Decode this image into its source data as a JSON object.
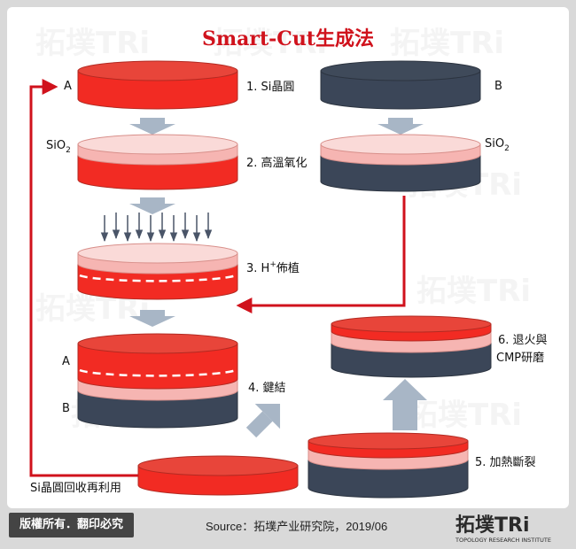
{
  "title": "Smart-Cut生成法",
  "wafer_labels": {
    "a_top": "A",
    "b_top": "B",
    "sio2_left": "SiO",
    "sio2_right": "SiO",
    "sio2_sub": "2",
    "a_bonded": "A",
    "b_bonded": "B"
  },
  "steps": [
    {
      "num": "1.",
      "label": "Si晶圓"
    },
    {
      "num": "2.",
      "label": "高溫氧化"
    },
    {
      "num": "3.",
      "label": "H",
      "sup": "+",
      "label_after": "佈植"
    },
    {
      "num": "4.",
      "label": "鍵結"
    },
    {
      "num": "5.",
      "label": "加熱斷裂"
    },
    {
      "num": "6.",
      "label": "退火與",
      "label_line2": "CMP研磨"
    }
  ],
  "recycle_label": "Si晶圓回收再利用",
  "footer": {
    "copyright": "版權所有．翻印必究",
    "source": "Source：拓墣产业研究院，2019/06",
    "logo_main": "拓墣TRi",
    "logo_sub": "TOPOLOGY RESEARCH INSTITUTE"
  },
  "watermark": "拓墣TRi",
  "colors": {
    "red_top": "#e8453a",
    "red_side": "#f22b23",
    "red_outline": "#b22a22",
    "dark_top": "#3f4a5a",
    "dark_side": "#3b4658",
    "pink": "#f6b5b2",
    "pink_top": "#fadad8",
    "gray_arrow": "#a8b6c6",
    "flow_arrow": "#d0121c",
    "title": "#d0121c"
  }
}
